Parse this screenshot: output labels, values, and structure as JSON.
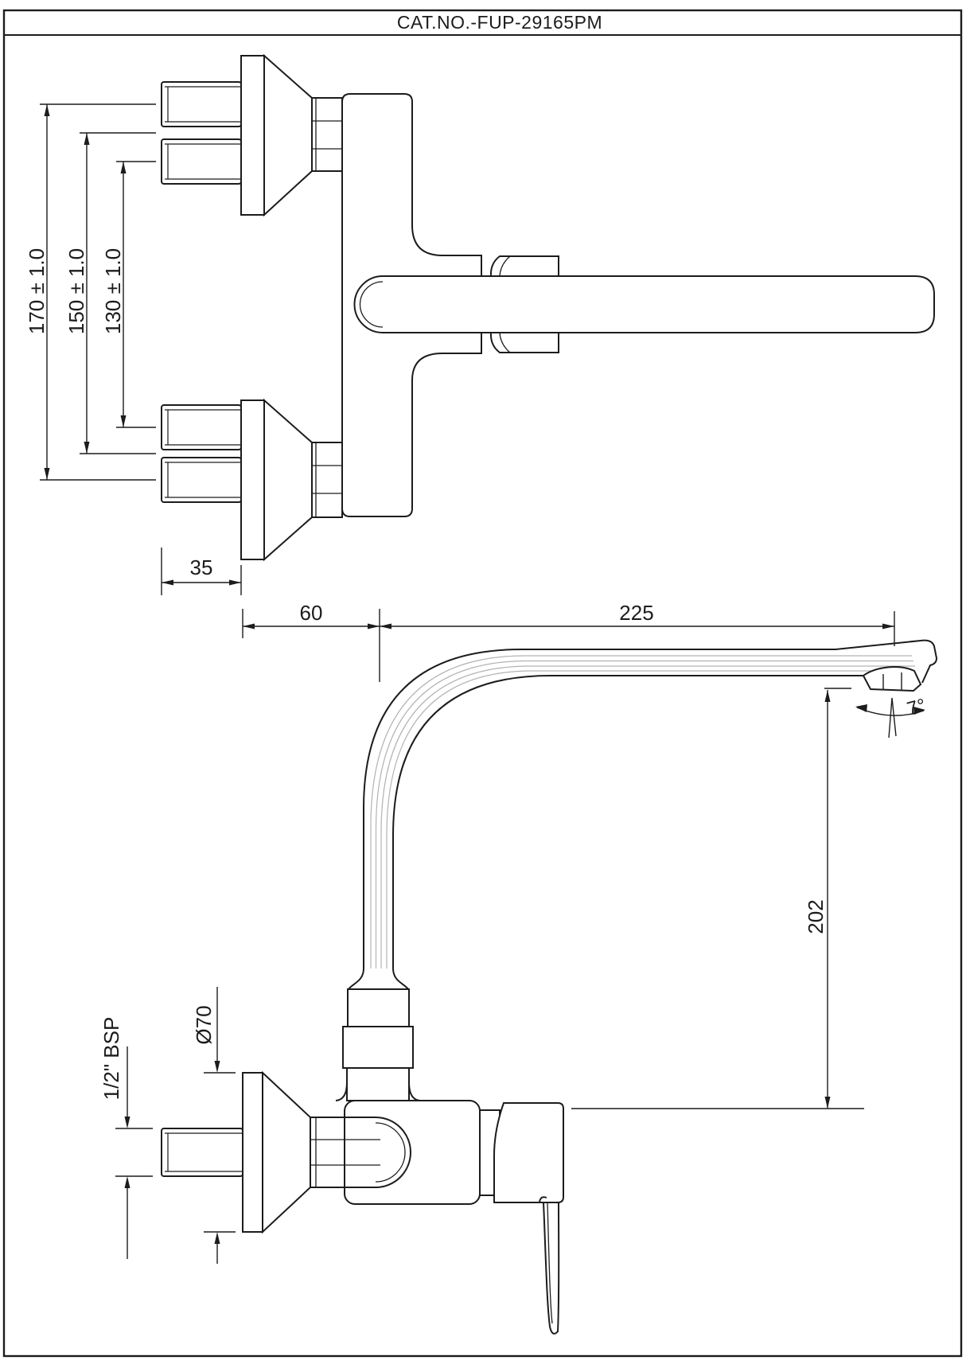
{
  "title": "CAT.NO.-FUP-29165PM",
  "front_view": {
    "dim_170": "170 ± 1.0",
    "dim_150": "150 ± 1.0",
    "dim_130": "130 ± 1.0",
    "dim_35": "35"
  },
  "side_view": {
    "dim_60": "60",
    "dim_225": "225",
    "dim_202": "202",
    "dim_angle": "7°",
    "dim_diameter": "Ø70",
    "dim_thread": "1/2\" BSP"
  },
  "colors": {
    "line": "#1c1c1c",
    "thin_line": "#b3b3b3",
    "background": "#ffffff"
  }
}
